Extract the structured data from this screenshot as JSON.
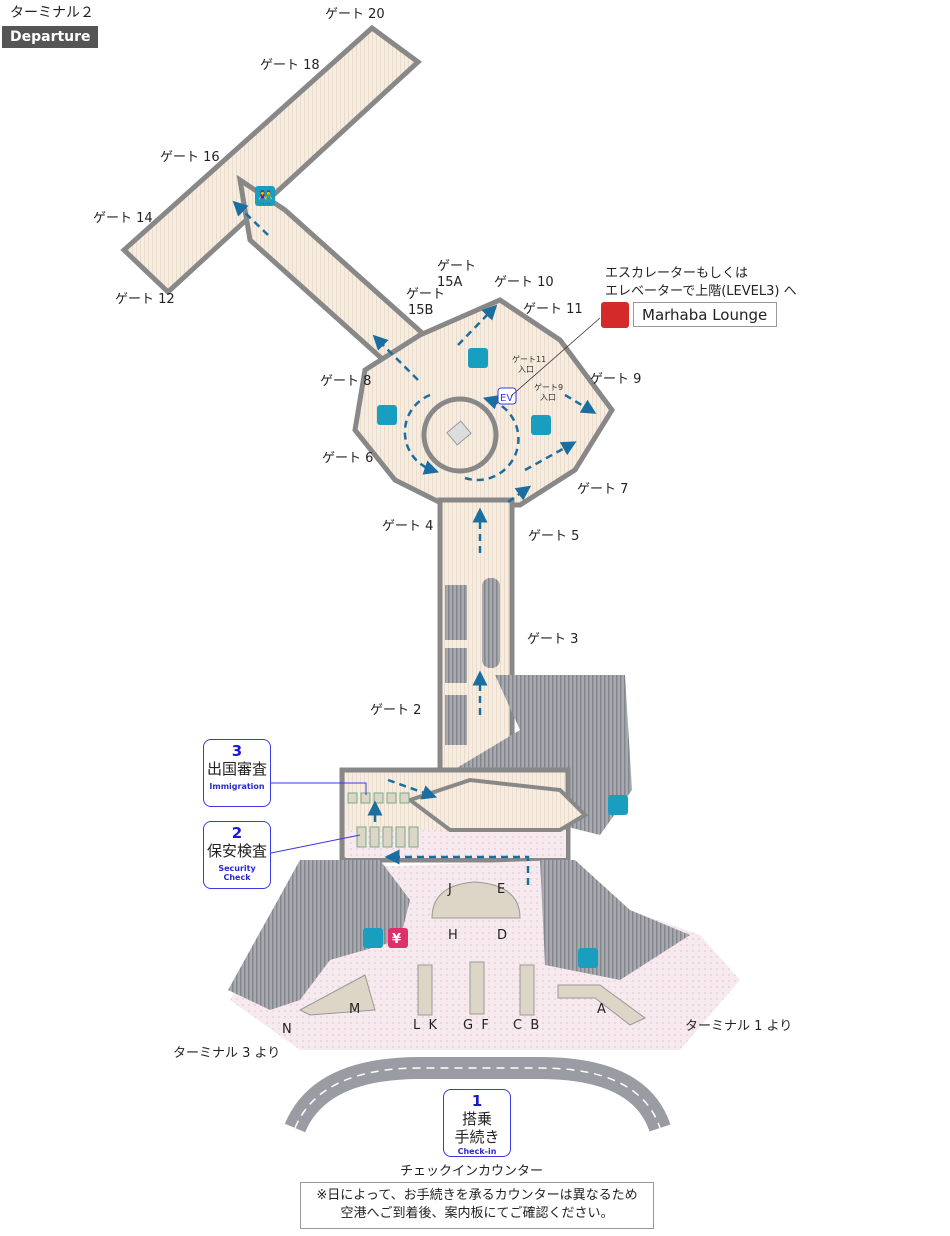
{
  "header": {
    "terminal": "ターミナル２",
    "mode": "Departure"
  },
  "gates": {
    "g20": "ゲート 20",
    "g18": "ゲート 18",
    "g16": "ゲート 16",
    "g14": "ゲート 14",
    "g12": "ゲート 12",
    "g15a": "ゲート\n15A",
    "g15a_1": "ゲート",
    "g15a_2": "15A",
    "g15b_1": "ゲート",
    "g15b_2": "15B",
    "g10": "ゲート 10",
    "g11": "ゲート 11",
    "g9": "ゲート 9",
    "g8": "ゲート 8",
    "g6": "ゲート 6",
    "g7": "ゲート 7",
    "g4": "ゲート 4",
    "g5": "ゲート 5",
    "g3": "ゲート 3",
    "g2": "ゲート 2"
  },
  "entrances": {
    "g11_1": "ゲート11",
    "g11_2": "入口",
    "g9_1": "ゲート9",
    "g9_2": "入口"
  },
  "elevator": "EV",
  "lounge": {
    "directions_line1": "エスカレーターもしくは",
    "directions_line2": "エレベーターで上階(LEVEL3) へ",
    "name": "Marhaba Lounge"
  },
  "steps": [
    {
      "number": "3",
      "jp": "出国審査",
      "en": "Immigration"
    },
    {
      "number": "2",
      "jp": "保安検査",
      "en": "Security Check"
    },
    {
      "number": "1",
      "jp_line1": "搭乗",
      "jp_line2": "手続き",
      "en": "Check-in"
    }
  ],
  "counters": {
    "J": "J",
    "E": "E",
    "H": "H",
    "D": "D",
    "M": "M",
    "N": "N",
    "LK": "L  K",
    "GF": "G  F",
    "CB": "C  B",
    "A": "A"
  },
  "connections": {
    "t1": "ターミナル 1 より",
    "t3": "ターミナル 3 より"
  },
  "money_icon": "¥",
  "checkin_caption": "チェックインカウンター",
  "note": {
    "line1": "※日によって、お手続きを承るカウンターは異なるため",
    "line2": "空港へご到着後、案内板にてご確認ください。"
  },
  "colors": {
    "floor": "#f5ece0",
    "wall": "#9a9ca3",
    "checkin_floor": "#f7e8ec",
    "arrow": "#1a6fa0",
    "toilet": "#1a9ec0",
    "lounge": "#d42a2a",
    "money": "#e0306a",
    "step_border": "#3a3ae0"
  }
}
